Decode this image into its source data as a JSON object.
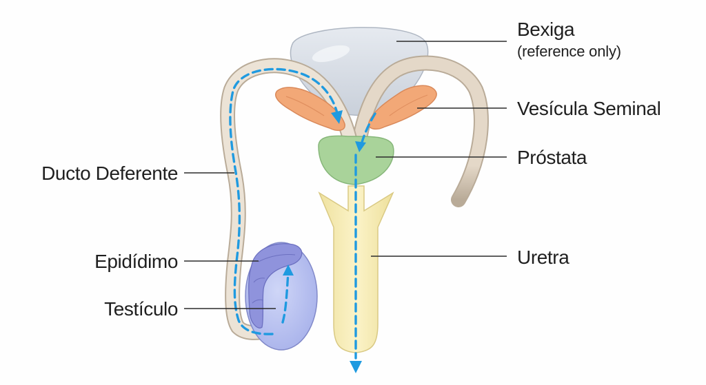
{
  "labels": {
    "bladder": "Bexiga",
    "bladder_note": "(reference only)",
    "seminal_vesicle": "Vesícula Seminal",
    "prostate": "Próstata",
    "vas_deferens": "Ducto Deferente",
    "urethra": "Uretra",
    "epididymis": "Epidídimo",
    "testicle": "Testículo"
  },
  "colors": {
    "bladder": "#d9dee6",
    "vas_deferens": "#e8ddd0",
    "seminal_vesicle": "#f2a877",
    "prostate": "#a9d39a",
    "urethra": "#f8eeb8",
    "testicle": "#b9c3f2",
    "epididymis": "#8f93dc",
    "flow_arrow": "#1f9ae0"
  }
}
